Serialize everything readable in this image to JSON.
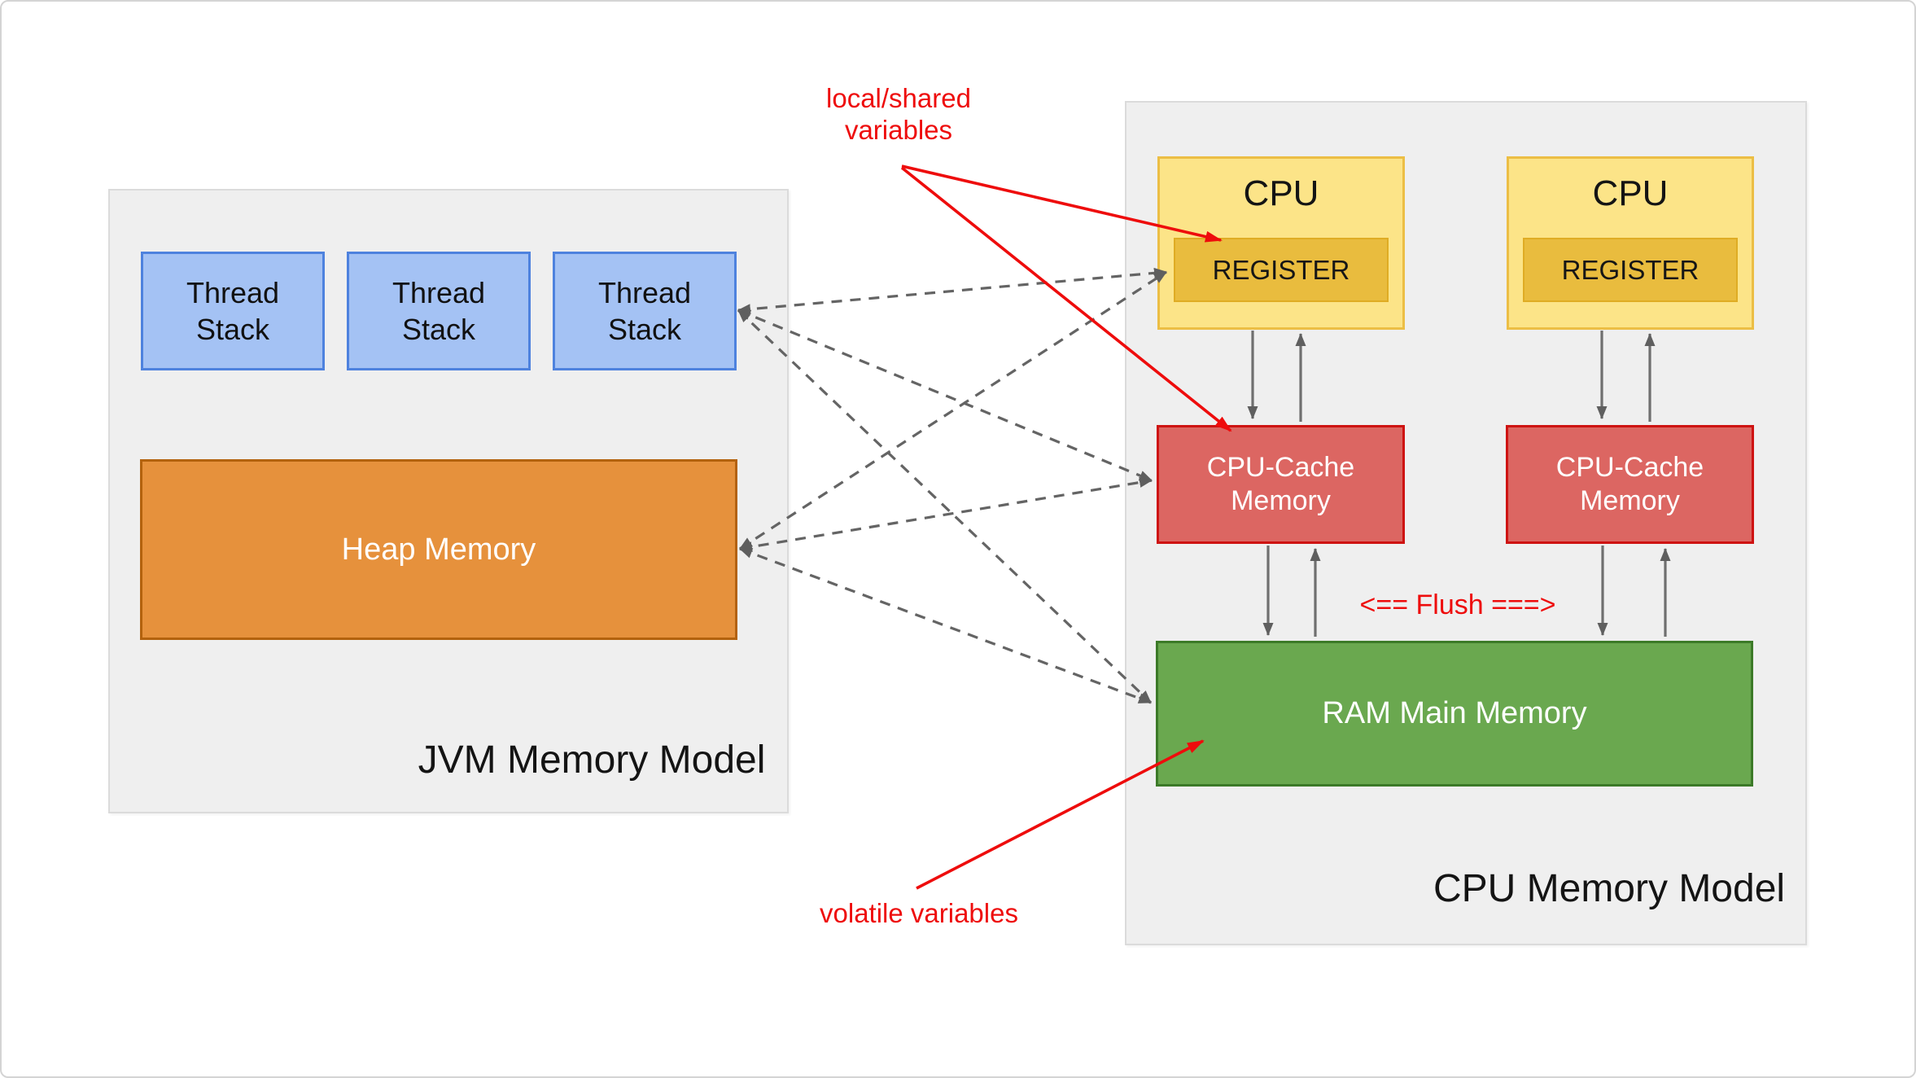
{
  "jvm": {
    "title": "JVM Memory Model",
    "thread_stacks": [
      {
        "line1": "Thread",
        "line2": "Stack"
      },
      {
        "line1": "Thread",
        "line2": "Stack"
      },
      {
        "line1": "Thread",
        "line2": "Stack"
      }
    ],
    "heap_label": "Heap Memory"
  },
  "cpu": {
    "title": "CPU Memory Model",
    "units": [
      {
        "label": "CPU",
        "register": "REGISTER"
      },
      {
        "label": "CPU",
        "register": "REGISTER"
      }
    ],
    "caches": [
      {
        "line1": "CPU-Cache",
        "line2": "Memory"
      },
      {
        "line1": "CPU-Cache",
        "line2": "Memory"
      }
    ],
    "ram_label": "RAM Main Memory"
  },
  "annotations": {
    "local_shared_line1": "local/shared",
    "local_shared_line2": "variables",
    "volatile_label": "volatile variables",
    "flush_label": "<== Flush ===>"
  },
  "colors": {
    "red_accent": "#ee0c0c",
    "panel_bg": "#efefef",
    "thread_fill": "#a4c2f4",
    "thread_border": "#4e82de",
    "heap_fill": "#e6913c",
    "heap_border": "#b3620e",
    "cpu_fill": "#fce488",
    "cpu_border": "#ecbe45",
    "register_fill": "#e9bc3e",
    "cache_fill": "#dc6662",
    "cache_border": "#ce1312",
    "ram_fill": "#6aa84f",
    "ram_border": "#3c7a28",
    "connector_gray": "#646464"
  }
}
